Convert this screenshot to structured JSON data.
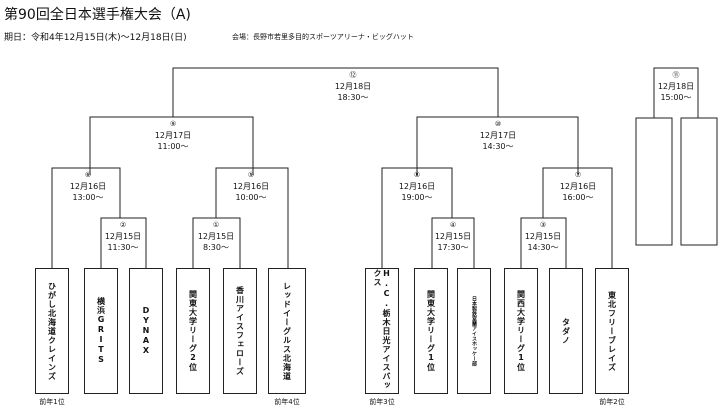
{
  "header": {
    "title": "第90回全日本選手権大会（A)",
    "period": "期日：令和4年12月15日(木)〜12月18日(日)",
    "venue": "会場：長野市若里多目的スポーツアリーナ・ビッグハット"
  },
  "matches": [
    {
      "id": "m1",
      "no": "①",
      "date": "12月15日",
      "time": "8:30〜"
    },
    {
      "id": "m2",
      "no": "②",
      "date": "12月15日",
      "time": "11:30〜"
    },
    {
      "id": "m3",
      "no": "③",
      "date": "12月15日",
      "time": "14:30〜"
    },
    {
      "id": "m4",
      "no": "④",
      "date": "12月15日",
      "time": "17:30〜"
    },
    {
      "id": "m5",
      "no": "⑤",
      "date": "12月16日",
      "time": "10:00〜"
    },
    {
      "id": "m6",
      "no": "⑥",
      "date": "12月16日",
      "time": "13:00〜"
    },
    {
      "id": "m7",
      "no": "⑦",
      "date": "12月16日",
      "time": "16:00〜"
    },
    {
      "id": "m8",
      "no": "⑧",
      "date": "12月16日",
      "time": "19:00〜"
    },
    {
      "id": "m9",
      "no": "⑨",
      "date": "12月17日",
      "time": "11:00〜"
    },
    {
      "id": "m10",
      "no": "⑩",
      "date": "12月17日",
      "time": "14:30〜"
    },
    {
      "id": "m11",
      "no": "⑪",
      "date": "12月18日",
      "time": "15:00〜"
    },
    {
      "id": "m12",
      "no": "⑫",
      "date": "12月18日",
      "time": "18:30〜"
    }
  ],
  "teams": [
    {
      "name": "ひがし北海道クレインズ",
      "note": "前年1位"
    },
    {
      "name": "横浜GRITS",
      "note": ""
    },
    {
      "name": "DYNAX",
      "note": ""
    },
    {
      "name": "関東大学リーグ2位",
      "note": ""
    },
    {
      "name": "香川アイスフェローズ",
      "note": ""
    },
    {
      "name": "レッドイーグルス北海道",
      "note": "前年4位"
    },
    {
      "name": "H.C.栃木日光アイスバックス",
      "note": "前年3位"
    },
    {
      "name": "関東大学リーグ1位",
      "note": ""
    },
    {
      "name": "日本製鉄室蘭アイスホッケー部",
      "note": ""
    },
    {
      "name": "関西大学リーグ1位",
      "note": ""
    },
    {
      "name": "タダノ",
      "note": ""
    },
    {
      "name": "東北フリーブレイズ",
      "note": "前年2位"
    }
  ]
}
